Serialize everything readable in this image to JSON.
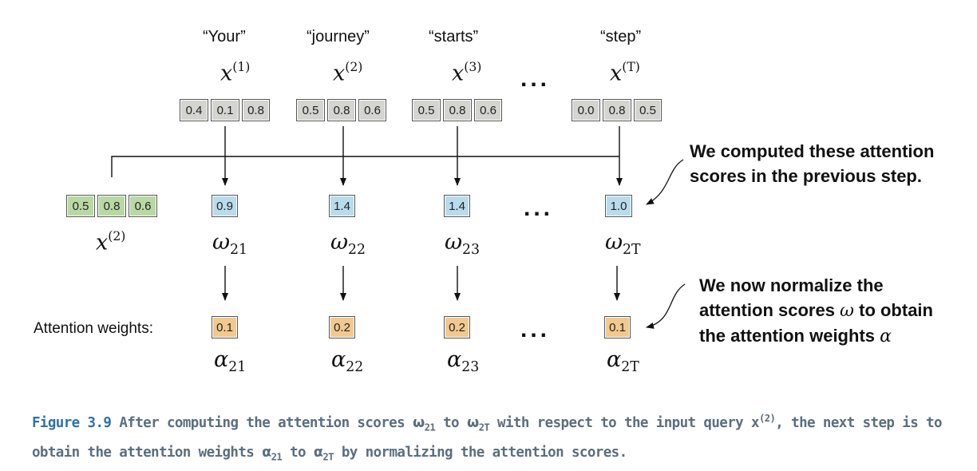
{
  "tokens": [
    {
      "word": "“Your”",
      "x_base": "x",
      "x_sup": "(1)",
      "embedding": [
        "0.4",
        "0.1",
        "0.8"
      ]
    },
    {
      "word": "“journey”",
      "x_base": "x",
      "x_sup": "(2)",
      "embedding": [
        "0.5",
        "0.8",
        "0.6"
      ]
    },
    {
      "word": "“starts”",
      "x_base": "x",
      "x_sup": "(3)",
      "embedding": [
        "0.5",
        "0.8",
        "0.6"
      ]
    },
    {
      "word": "“step”",
      "x_base": "x",
      "x_sup": "(T)",
      "embedding": [
        "0.0",
        "0.8",
        "0.5"
      ]
    }
  ],
  "ellipsis": "...",
  "query": {
    "x_base": "x",
    "x_sup": "(2)",
    "embedding": [
      "0.5",
      "0.8",
      "0.6"
    ]
  },
  "scores": [
    {
      "value": "0.9",
      "base": "ω",
      "sub": "21"
    },
    {
      "value": "1.4",
      "base": "ω",
      "sub": "22"
    },
    {
      "value": "1.4",
      "base": "ω",
      "sub": "23"
    },
    {
      "value": "1.0",
      "base": "ω",
      "sub": "2T"
    }
  ],
  "weights_label": "Attention weights:",
  "weights": [
    {
      "value": "0.1",
      "base": "α",
      "sub": "21"
    },
    {
      "value": "0.2",
      "base": "α",
      "sub": "22"
    },
    {
      "value": "0.2",
      "base": "α",
      "sub": "23"
    },
    {
      "value": "0.1",
      "base": "α",
      "sub": "2T"
    }
  ],
  "notes": {
    "computed_line1": "We computed these attention",
    "computed_line2": "scores in the previous step.",
    "normalize_line1": "We now normalize the",
    "normalize_line2_pre": "attention scores ",
    "normalize_line2_sym": "ω",
    "normalize_line2_post": " to obtain",
    "normalize_line3_pre": "the attention weights ",
    "normalize_line3_sym": "α"
  },
  "caption": {
    "label": "Figure 3.9",
    "t1": "After computing the attention scores ",
    "s1": "ω",
    "s1_sub": "21",
    "t2": " to ",
    "s2": "ω",
    "s2_sub": "2T",
    "t3": " with respect to the input query x",
    "q_sup": "(2)",
    "t4": ", the next step is to obtain the attention weights ",
    "s3": "α",
    "s3_sub": "21",
    "t5": " to ",
    "s4": "α",
    "s4_sub": "2T",
    "t6": " by normalizing the attention scores."
  },
  "colors": {
    "input_cells": "#d4d4d0",
    "query_cells": "#b9d9a4",
    "score_cells": "#b8dceb",
    "weight_cells": "#f1c98f",
    "caption_label": "#2f72a8",
    "caption_text": "#5a6e80"
  }
}
